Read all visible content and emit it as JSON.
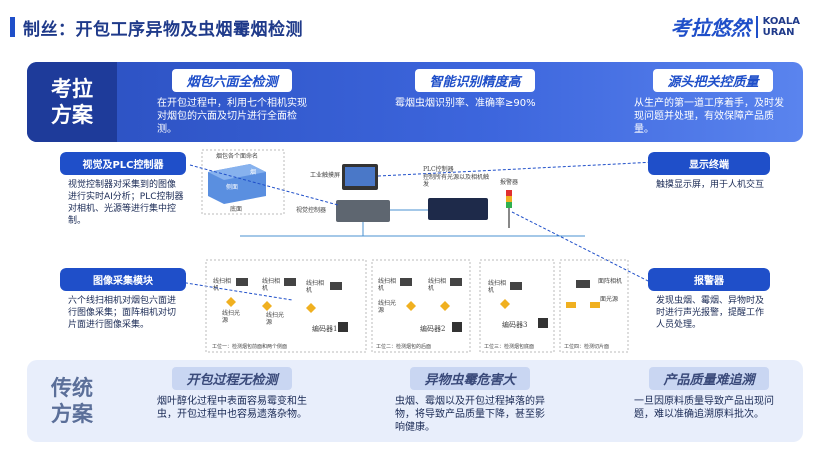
{
  "header": {
    "title": "制丝：开包工序异物及虫烟霉烟检测",
    "brand_cn": "考拉悠然",
    "brand_en_1": "KOALA",
    "brand_en_2": "URAN"
  },
  "solution": {
    "label_1": "考拉",
    "label_2": "方案",
    "features": [
      {
        "title": "烟包六面全检测",
        "desc": "在开包过程中，利用七个相机实现对烟包的六面及切片进行全面检测。"
      },
      {
        "title": "智能识别精度高",
        "desc": "霉烟虫烟识别率、准确率≥90%"
      },
      {
        "title": "源头把关控质量",
        "desc": "从生产的第一道工序着手，及时发现问题并处理，有效保障产品质量。"
      }
    ]
  },
  "traditional": {
    "label_1": "传统",
    "label_2": "方案",
    "features": [
      {
        "title": "开包过程无检测",
        "desc": "烟叶醇化过程中表面容易霉变和生虫，开包过程中也容易遗落杂物。"
      },
      {
        "title": "异物虫霉危害大",
        "desc": "虫烟、霉烟以及开包过程掉落的异物，将导致产品质量下降，甚至影响健康。"
      },
      {
        "title": "产品质量难追溯",
        "desc": "一旦因原料质量导致产品出现问题，难以准确追溯原料批次。"
      }
    ]
  },
  "cards": {
    "vision": {
      "title": "视觉及PLC控制器",
      "desc": "视觉控制器对采集到的图像进行实时AI分析；PLC控制器对相机、光源等进行集中控制。"
    },
    "acquisition": {
      "title": "图像采集模块",
      "desc": "六个线扫相机对烟包六面进行图像采集；面阵相机对切片面进行图像采集。"
    },
    "display": {
      "title": "显示终端",
      "desc": "触摸显示屏，用于人机交互"
    },
    "alarm": {
      "title": "报警器",
      "desc": "发现虫烟、霉烟、异物时及时进行声光报警，提醒工作人员处理。"
    }
  },
  "diagram": {
    "bale_label": "烟包各个面命名",
    "bale_side": "侧面",
    "bale_top": "烟",
    "bale_bottom": "底面",
    "touchscreen": "工业触摸屏",
    "plc": "PLC控制器",
    "plc_note": "控制所有光源以及相机触发",
    "vision_ctrl": "视觉控制器",
    "alarm_label": "报警器",
    "camera": "线扫相机",
    "light": "线扫光源",
    "encoder_1": "编码器1",
    "encoder_2": "编码器2",
    "encoder_3": "编码器3",
    "station_1": "工位一：检测烟包前面和两个侧面",
    "station_2": "工位二：检测烟包的后面",
    "station_3": "工位三：检测烟包底面",
    "station_4": "工位四：检测切片面",
    "area_camera": "面阵相机",
    "area_light": "面光源",
    "accent": "#1f4fc9"
  }
}
